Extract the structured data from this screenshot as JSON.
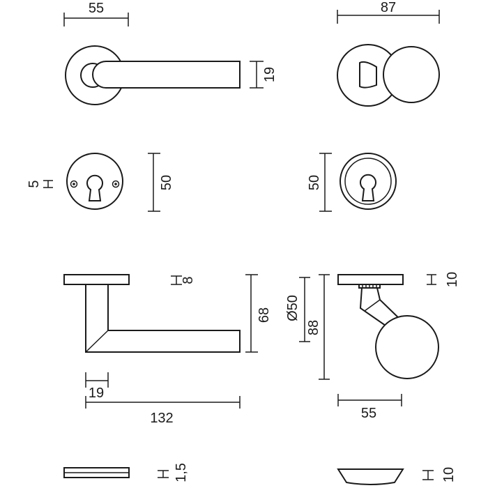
{
  "diagram": {
    "lever_rose_top": {
      "width_label": "55",
      "lever_height_label": "19"
    },
    "knob_rose_top": {
      "width_label": "87"
    },
    "escutcheon_front_left": {
      "hole_label": "5",
      "diameter_label": "50"
    },
    "escutcheon_front_right": {
      "diameter_label": "50"
    },
    "lever_side_view": {
      "rose_thickness_label": "8",
      "projection_label": "68",
      "neck_label": "19",
      "length_label": "132"
    },
    "knob_side_view": {
      "rose_thickness_label": "10",
      "knob_diameter_label": "Ø50",
      "projection_label": "88",
      "offset_label": "55"
    },
    "flat_rose_profile": {
      "thickness_label": "1,5"
    },
    "cup_rose_profile": {
      "thickness_label": "10"
    }
  }
}
